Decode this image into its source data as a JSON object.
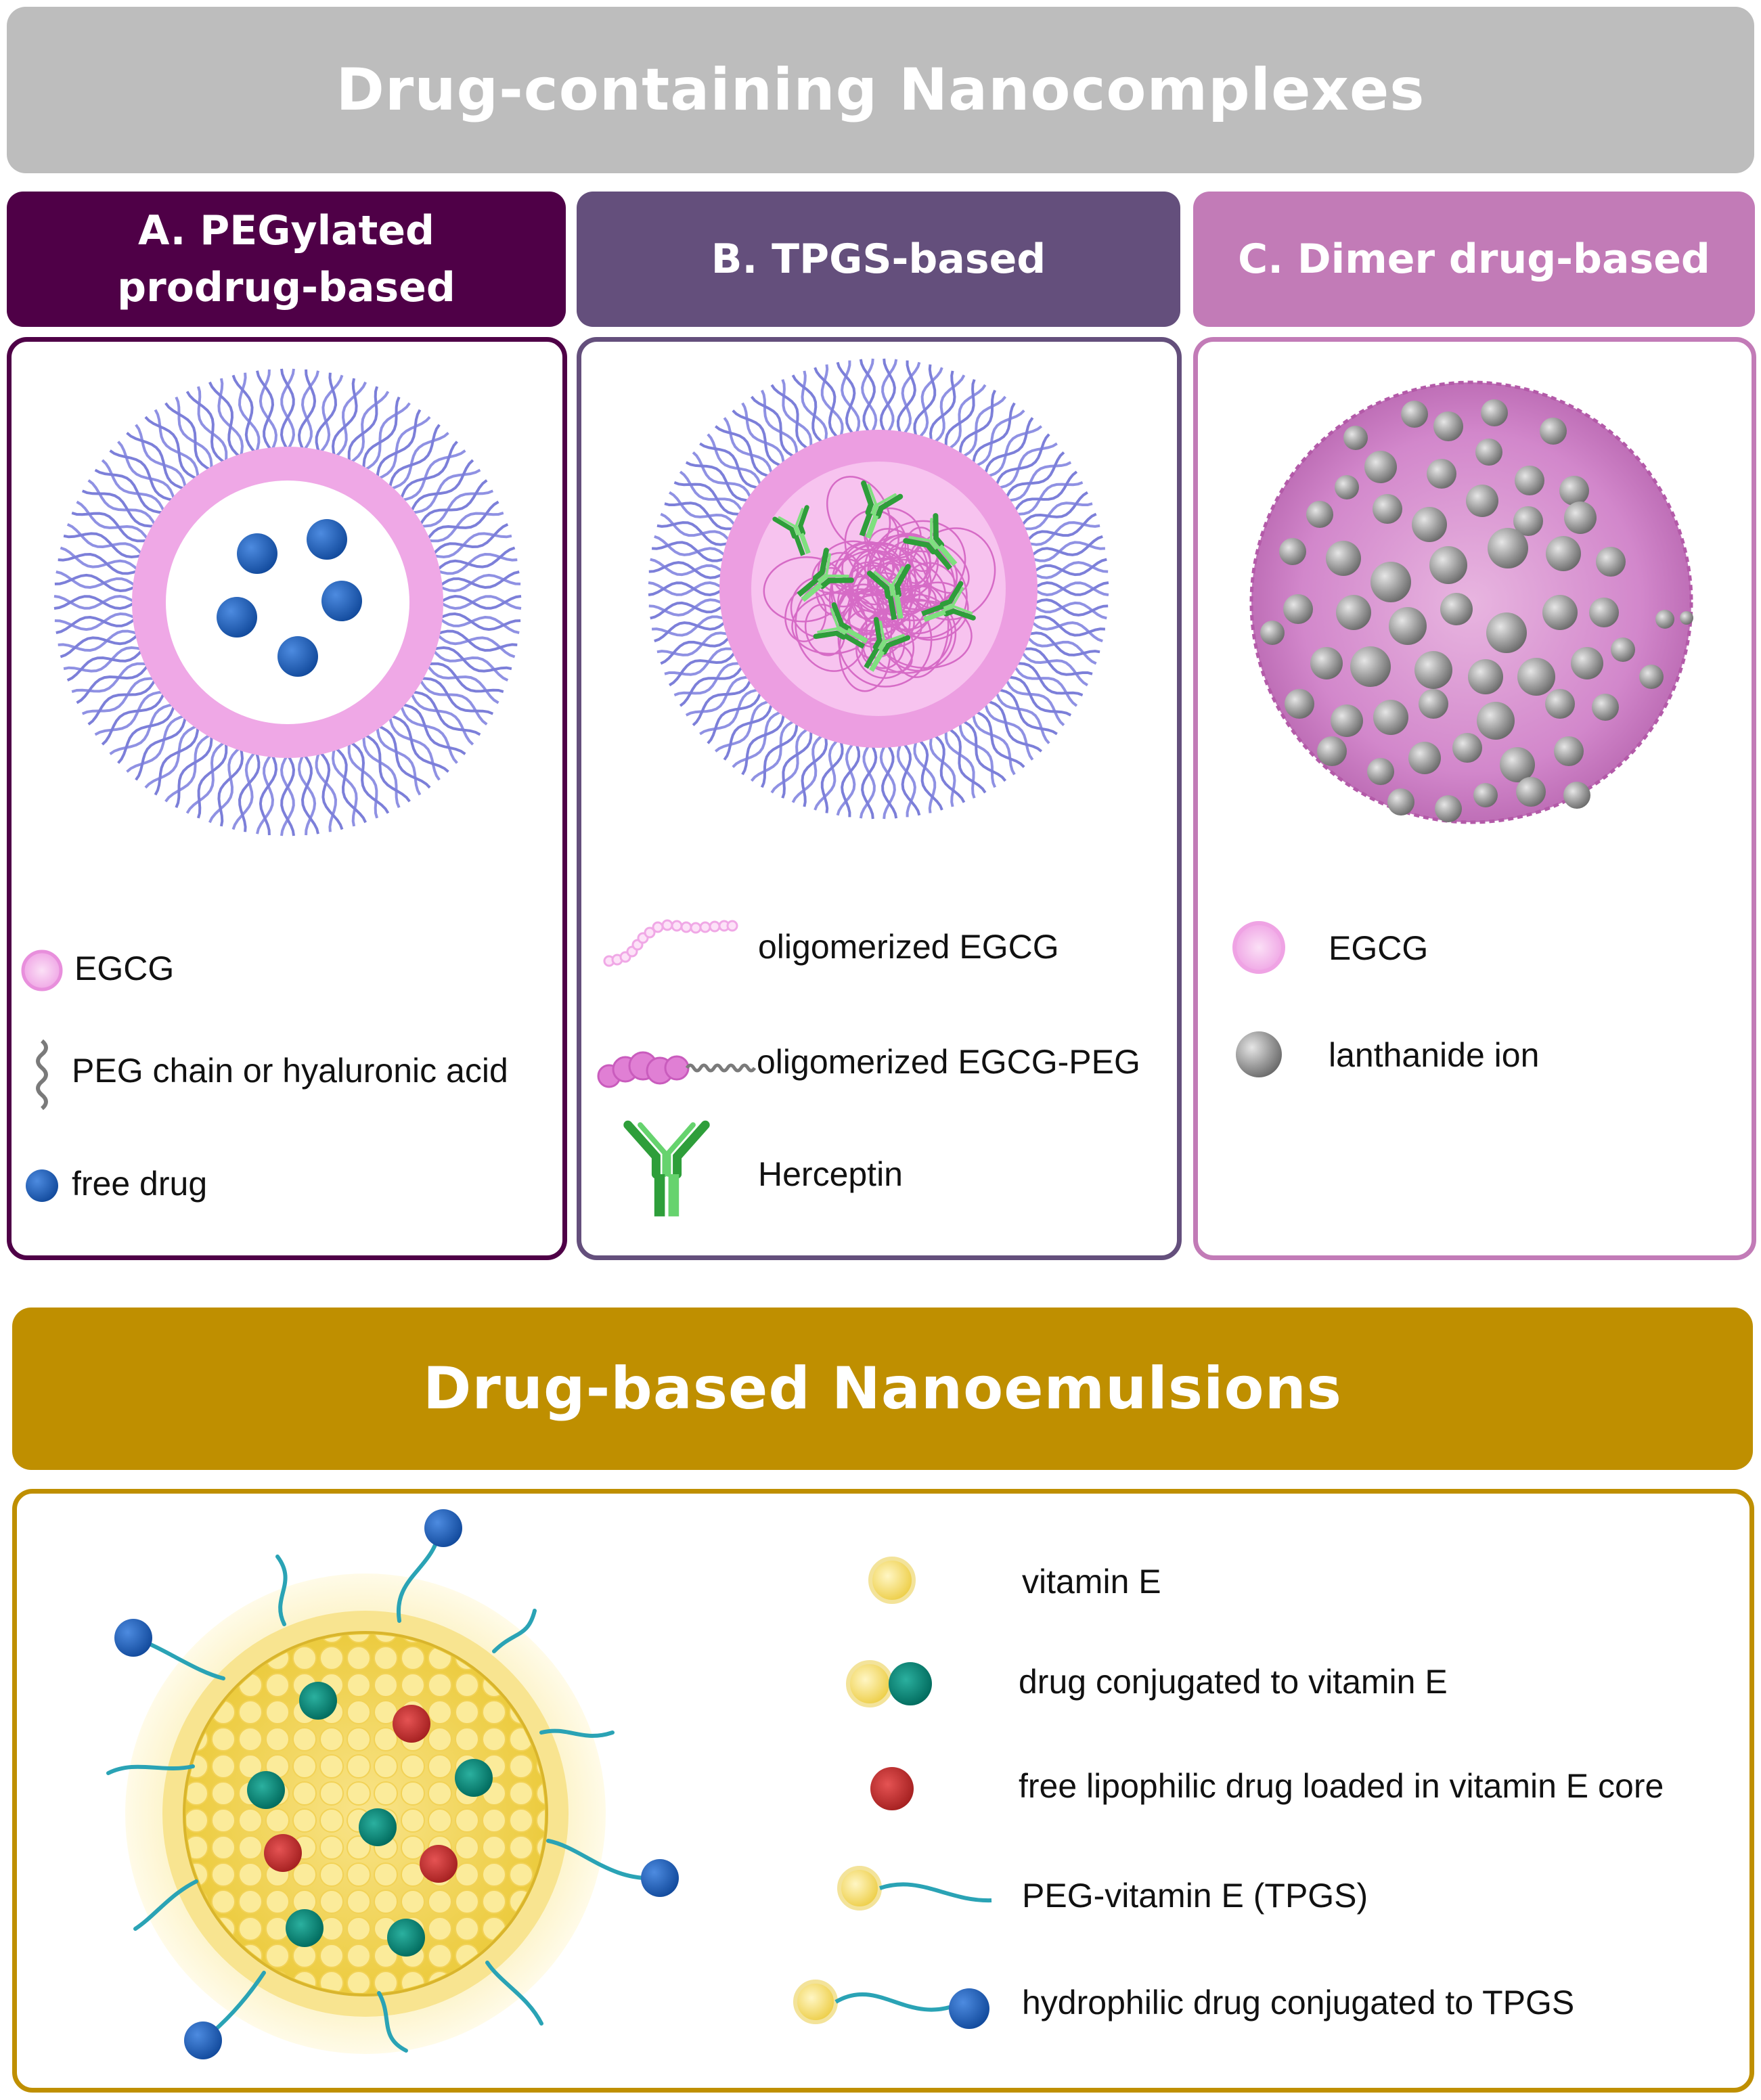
{
  "titles": {
    "top": "Drug-containing Nanocomplexes",
    "bottom": "Drug-based Nanoemulsions"
  },
  "headers": {
    "a": "A. PEGylated prodrug-based",
    "b": "B. TPGS-based",
    "c": "C. Dimer drug-based"
  },
  "legend_a": [
    "EGCG",
    "PEG chain or hyaluronic acid",
    "free drug"
  ],
  "legend_b": [
    "oligomerized EGCG",
    "oligomerized EGCG-PEG",
    "Herceptin"
  ],
  "legend_c": [
    "EGCG",
    "lanthanide ion"
  ],
  "legend_bottom": [
    "vitamin E",
    "drug conjugated to vitamin E",
    "free lipophilic drug loaded in vitamin E core",
    "PEG-vitamin E (TPGS)",
    "hydrophilic drug conjugated to TPGS"
  ],
  "colors": {
    "grey_banner": "#bdbdbd",
    "gold_banner": "#bf8f00",
    "header_a": "#4f0047",
    "header_b": "#644f7c",
    "header_c": "#c27bb7",
    "egcg_pink": "#f0a8e6",
    "peg_blue": "#8a8ee0",
    "drug_blue": "#1f5fb5",
    "drug_red": "#c62828",
    "drug_teal": "#00897b",
    "vitamin_e": "#f4dc6a",
    "herceptin_green": "#3cb043",
    "lanthanide_grey": "#8c8c8c"
  }
}
